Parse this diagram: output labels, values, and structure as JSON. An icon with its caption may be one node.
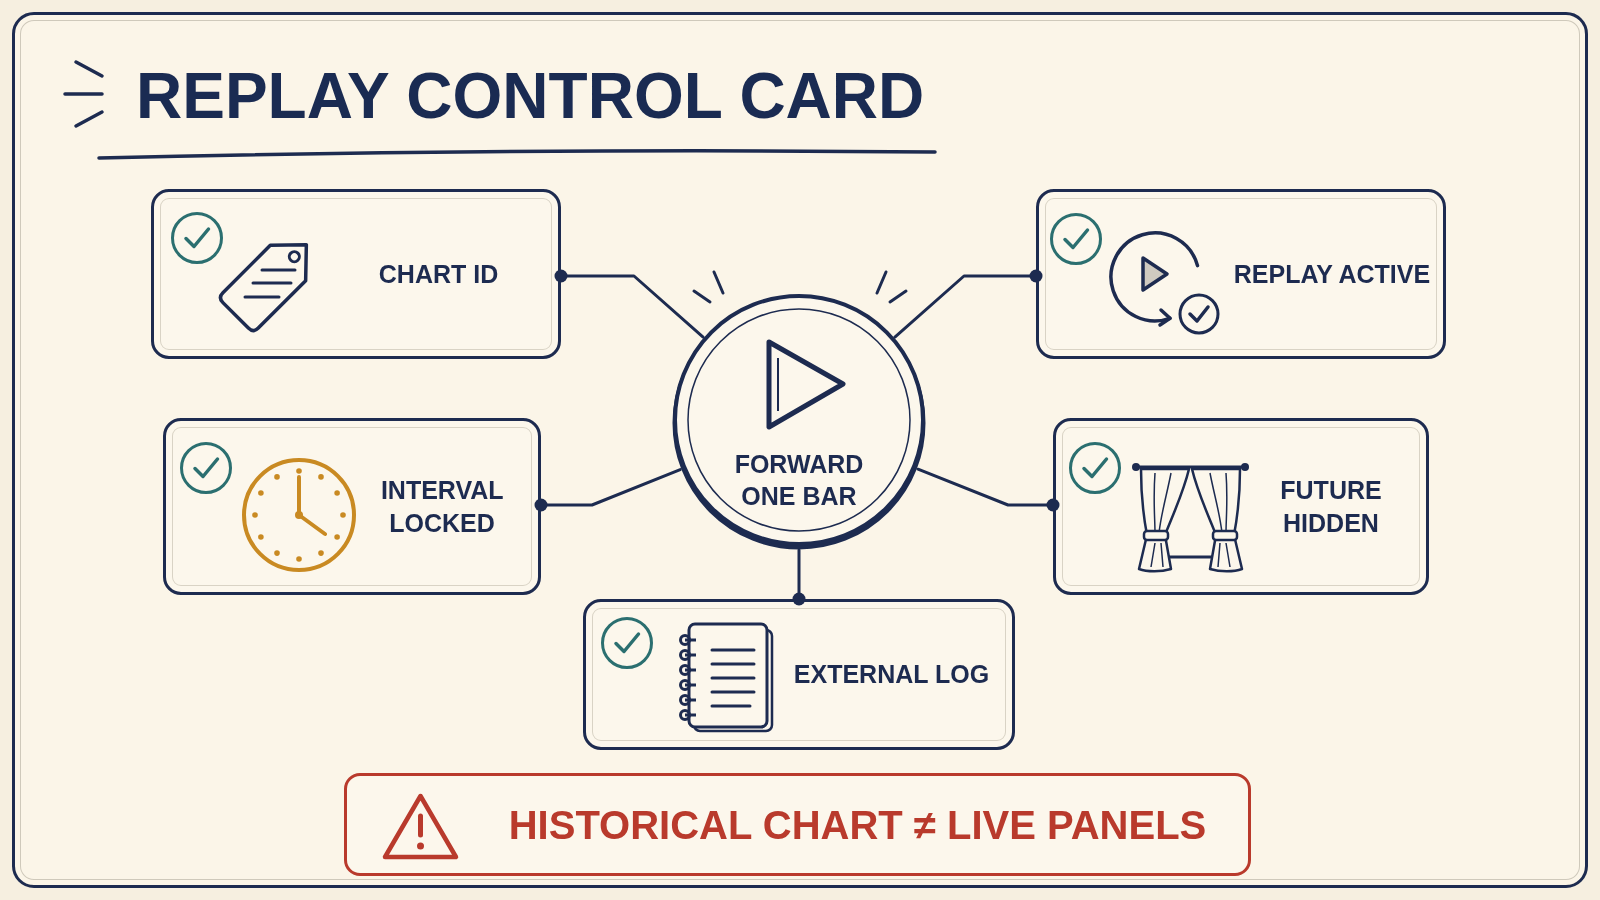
{
  "diagram": {
    "title": "REPLAY CONTROL CARD",
    "nodes": [
      {
        "text": [
          "CHART ID"
        ]
      },
      {
        "text": [
          "REPLAY ACTIVE"
        ]
      },
      {
        "text": [
          "FORWARD ONE BAR"
        ]
      },
      {
        "text": [
          "INTERVAL LOCKED"
        ]
      },
      {
        "text": [
          "FUTURE HIDDEN"
        ]
      },
      {
        "text": [
          "EXTERNAL LOG"
        ]
      },
      {
        "text": [
          "HISTORICAL CHART ≠ LIVE PANELS"
        ]
      }
    ],
    "edges": [
      {
        "from": 2,
        "to": 0,
        "arrow": "other"
      },
      {
        "from": 2,
        "to": 1,
        "arrow": "other"
      },
      {
        "from": 2,
        "to": 3,
        "arrow": "other"
      },
      {
        "from": 2,
        "to": 4,
        "arrow": "other"
      },
      {
        "from": 2,
        "to": 5,
        "arrow": "other"
      }
    ]
  }
}
